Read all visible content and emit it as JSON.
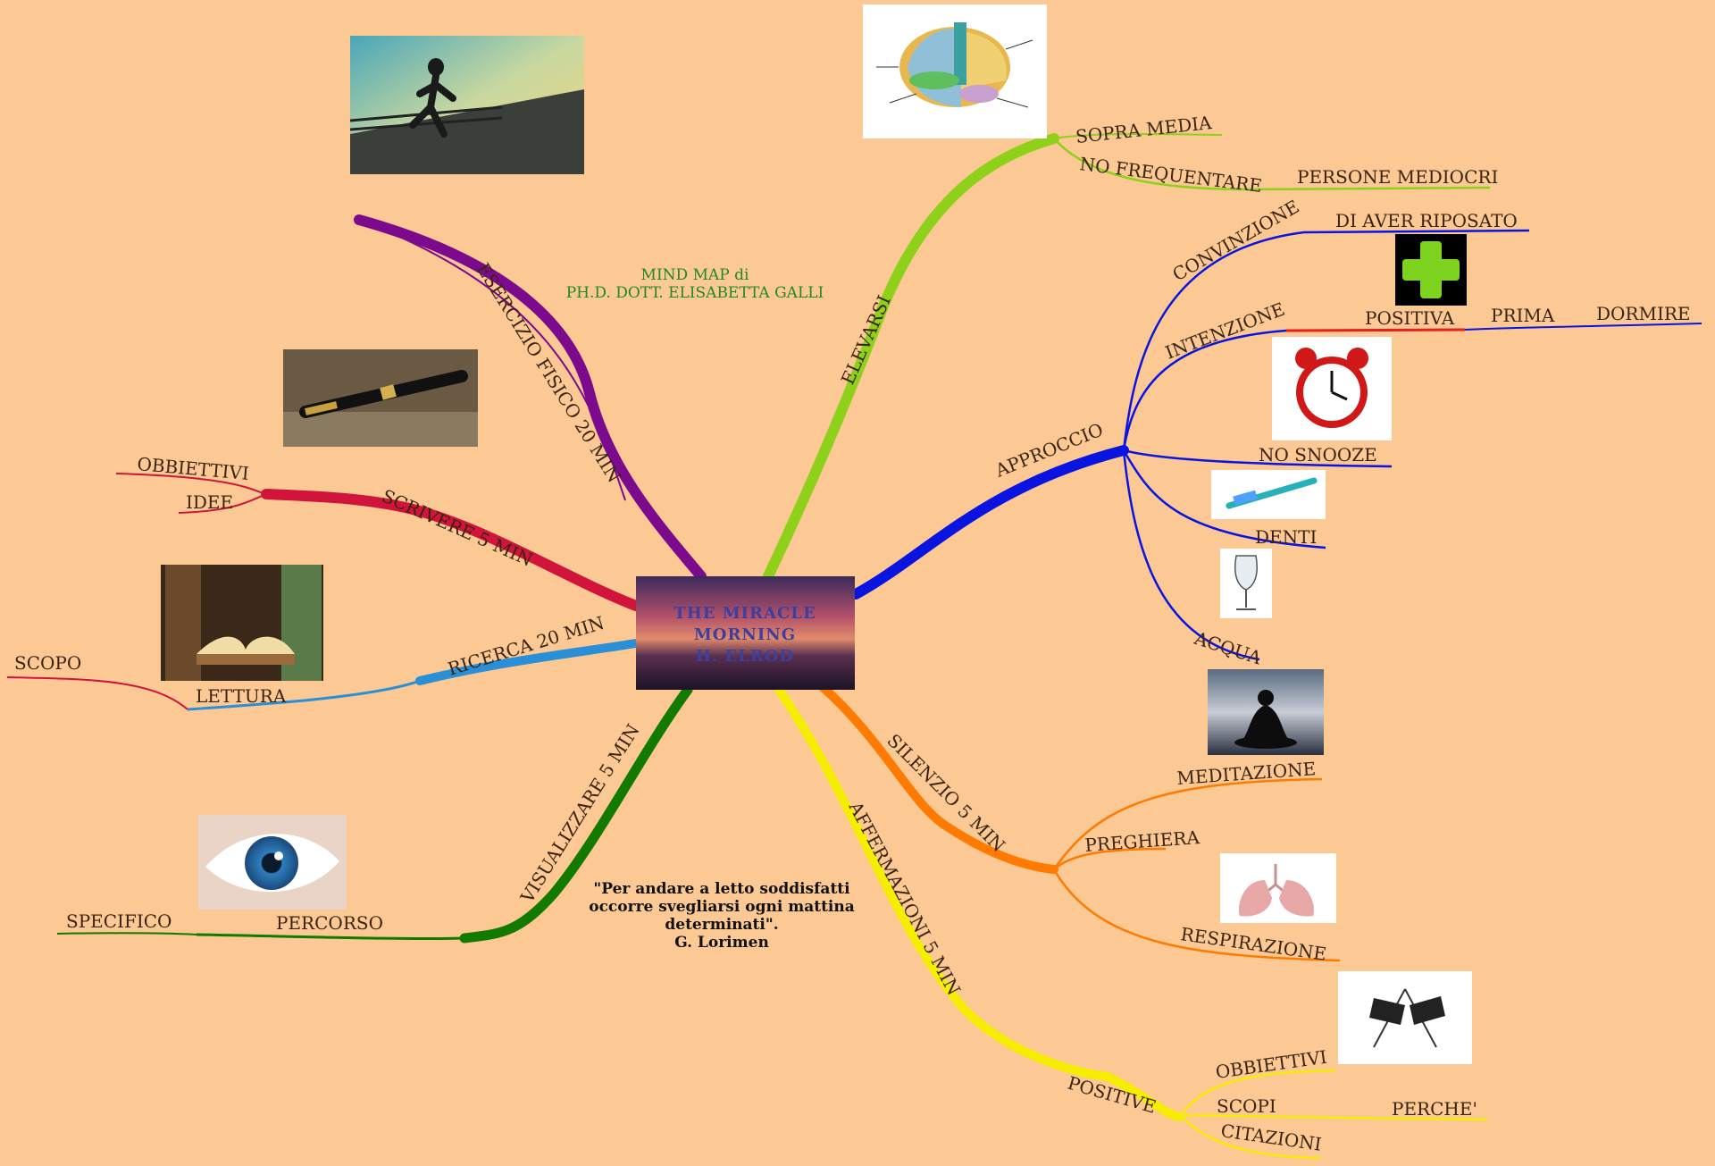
{
  "center": {
    "title_lines": [
      "THE MIRACLE",
      "MORNING",
      "H. ELROD"
    ]
  },
  "credit": {
    "line1": "MIND MAP di",
    "line2": "PH.D. DOTT. ELISABETTA GALLI"
  },
  "quote": {
    "line1": "\"Per andare a letto soddisfatti",
    "line2": "occorre svegliarsi ogni mattina",
    "line3": "determinati\".",
    "line4": "G. Lorimen"
  },
  "branches": {
    "elevarsi": {
      "label": "ELEVARSI",
      "color": "#8fd11a",
      "sopra_media": "SOPRA MEDIA",
      "no_frequentare": "NO FREQUENTARE",
      "persone_mediocri": "PERSONE MEDIOCRI"
    },
    "approccio": {
      "label": "APPROCCIO",
      "color": "#0a14e0",
      "convinzione": "CONVINZIONE",
      "di_aver_riposato": "DI AVER RIPOSATO",
      "intenzione": "INTENZIONE",
      "positiva": "POSITIVA",
      "prima": "PRIMA",
      "dormire": "DORMIRE",
      "no_snooze": "NO SNOOZE",
      "denti": "DENTI",
      "acqua": "ACQUA"
    },
    "silenzio": {
      "label": "SILENZIO 5 MIN",
      "color": "#ff7a00",
      "meditazione": "MEDITAZIONE",
      "preghiera": "PREGHIERA",
      "respirazione": "RESPIRAZIONE"
    },
    "affermazioni": {
      "label": "AFFERMAZIONI 5 MIN",
      "color": "#f5ee00",
      "positive": "POSITIVE",
      "obbiettivi": "OBBIETTIVI",
      "scopi": "SCOPI",
      "perche": "PERCHE'",
      "citazioni": "CITAZIONI"
    },
    "visualizzare": {
      "label": "VISUALIZZARE 5 MIN",
      "color": "#137a00",
      "percorso": "PERCORSO",
      "specifico": "SPECIFICO"
    },
    "ricerca": {
      "label": "RICERCA 20 MIN",
      "color": "#2a8fd6",
      "lettura": "LETTURA",
      "scopo": "SCOPO"
    },
    "scrivere": {
      "label": "SCRIVERE 5 MIN",
      "color": "#d0143c",
      "obbiettivi": "OBBIETTIVI",
      "idee": "IDEE"
    },
    "esercizio": {
      "label": "ESERCIZIO FISICO 20 MIN",
      "color": "#7b0a8c"
    }
  },
  "images": {
    "runner": "runner-photo",
    "brain": "brain-diagram",
    "pen": "fountain-pen-photo",
    "books": "books-photo",
    "plus": "green-plus-icon",
    "clock": "alarm-clock-photo",
    "toothbrush": "toothbrush-photo",
    "glass": "water-glass-photo",
    "meditation": "meditation-photo",
    "lungs": "lungs-diagram",
    "flag": "checkered-flag-photo",
    "eye": "eye-photo"
  }
}
